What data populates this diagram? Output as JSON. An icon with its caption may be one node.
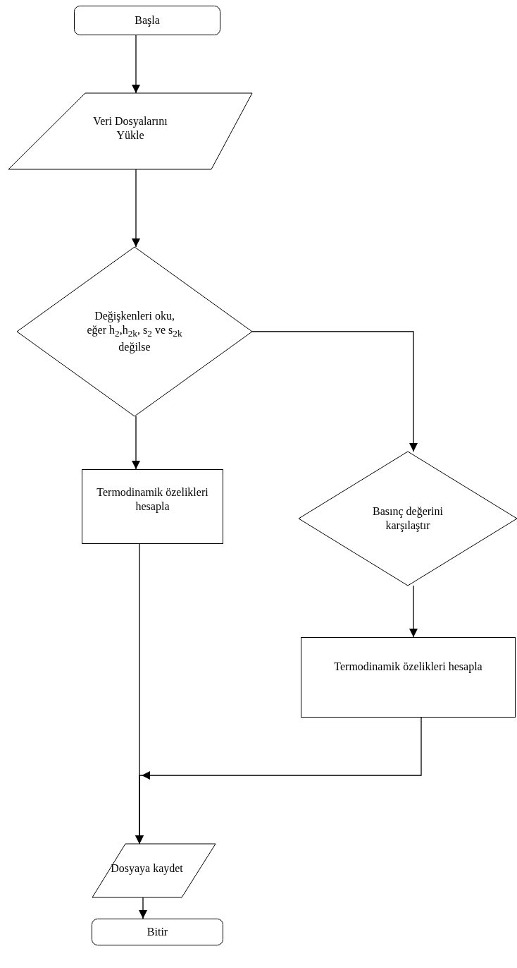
{
  "diagram": {
    "nodes": [
      {
        "text": [
          "Başla"
        ]
      },
      {
        "text": [
          "Veri Dosyalarını Yükle"
        ]
      },
      {
        "text": [
          "Değişkenleri oku, eğer h$_{2}$,h$_{2k}$, s$_{2}$ ve s$_{2k}$ değilse"
        ]
      },
      {
        "text": [
          "Termodinamik özelikleri hesapla"
        ]
      },
      {
        "text": [
          "Basınç değerini karşılaştır"
        ]
      },
      {
        "text": [
          "Termodinamik özelikleri hesapla"
        ]
      },
      {
        "text": [
          "Dosyaya kaydet"
        ]
      },
      {
        "text": [
          "Bitir"
        ]
      }
    ],
    "edges": [
      {
        "from": 0,
        "to": 1,
        "arrow": "to"
      },
      {
        "from": 1,
        "to": 2,
        "arrow": "to"
      },
      {
        "from": 2,
        "to": 3,
        "arrow": "to"
      },
      {
        "from": 2,
        "to": 4,
        "arrow": "to"
      },
      {
        "from": 4,
        "to": 5,
        "arrow": "to"
      },
      {
        "from": 3,
        "to": 6,
        "arrow": "to"
      },
      {
        "from": 5,
        "to": 6,
        "arrow": "to"
      },
      {
        "from": 6,
        "to": 7,
        "arrow": "to"
      }
    ]
  }
}
